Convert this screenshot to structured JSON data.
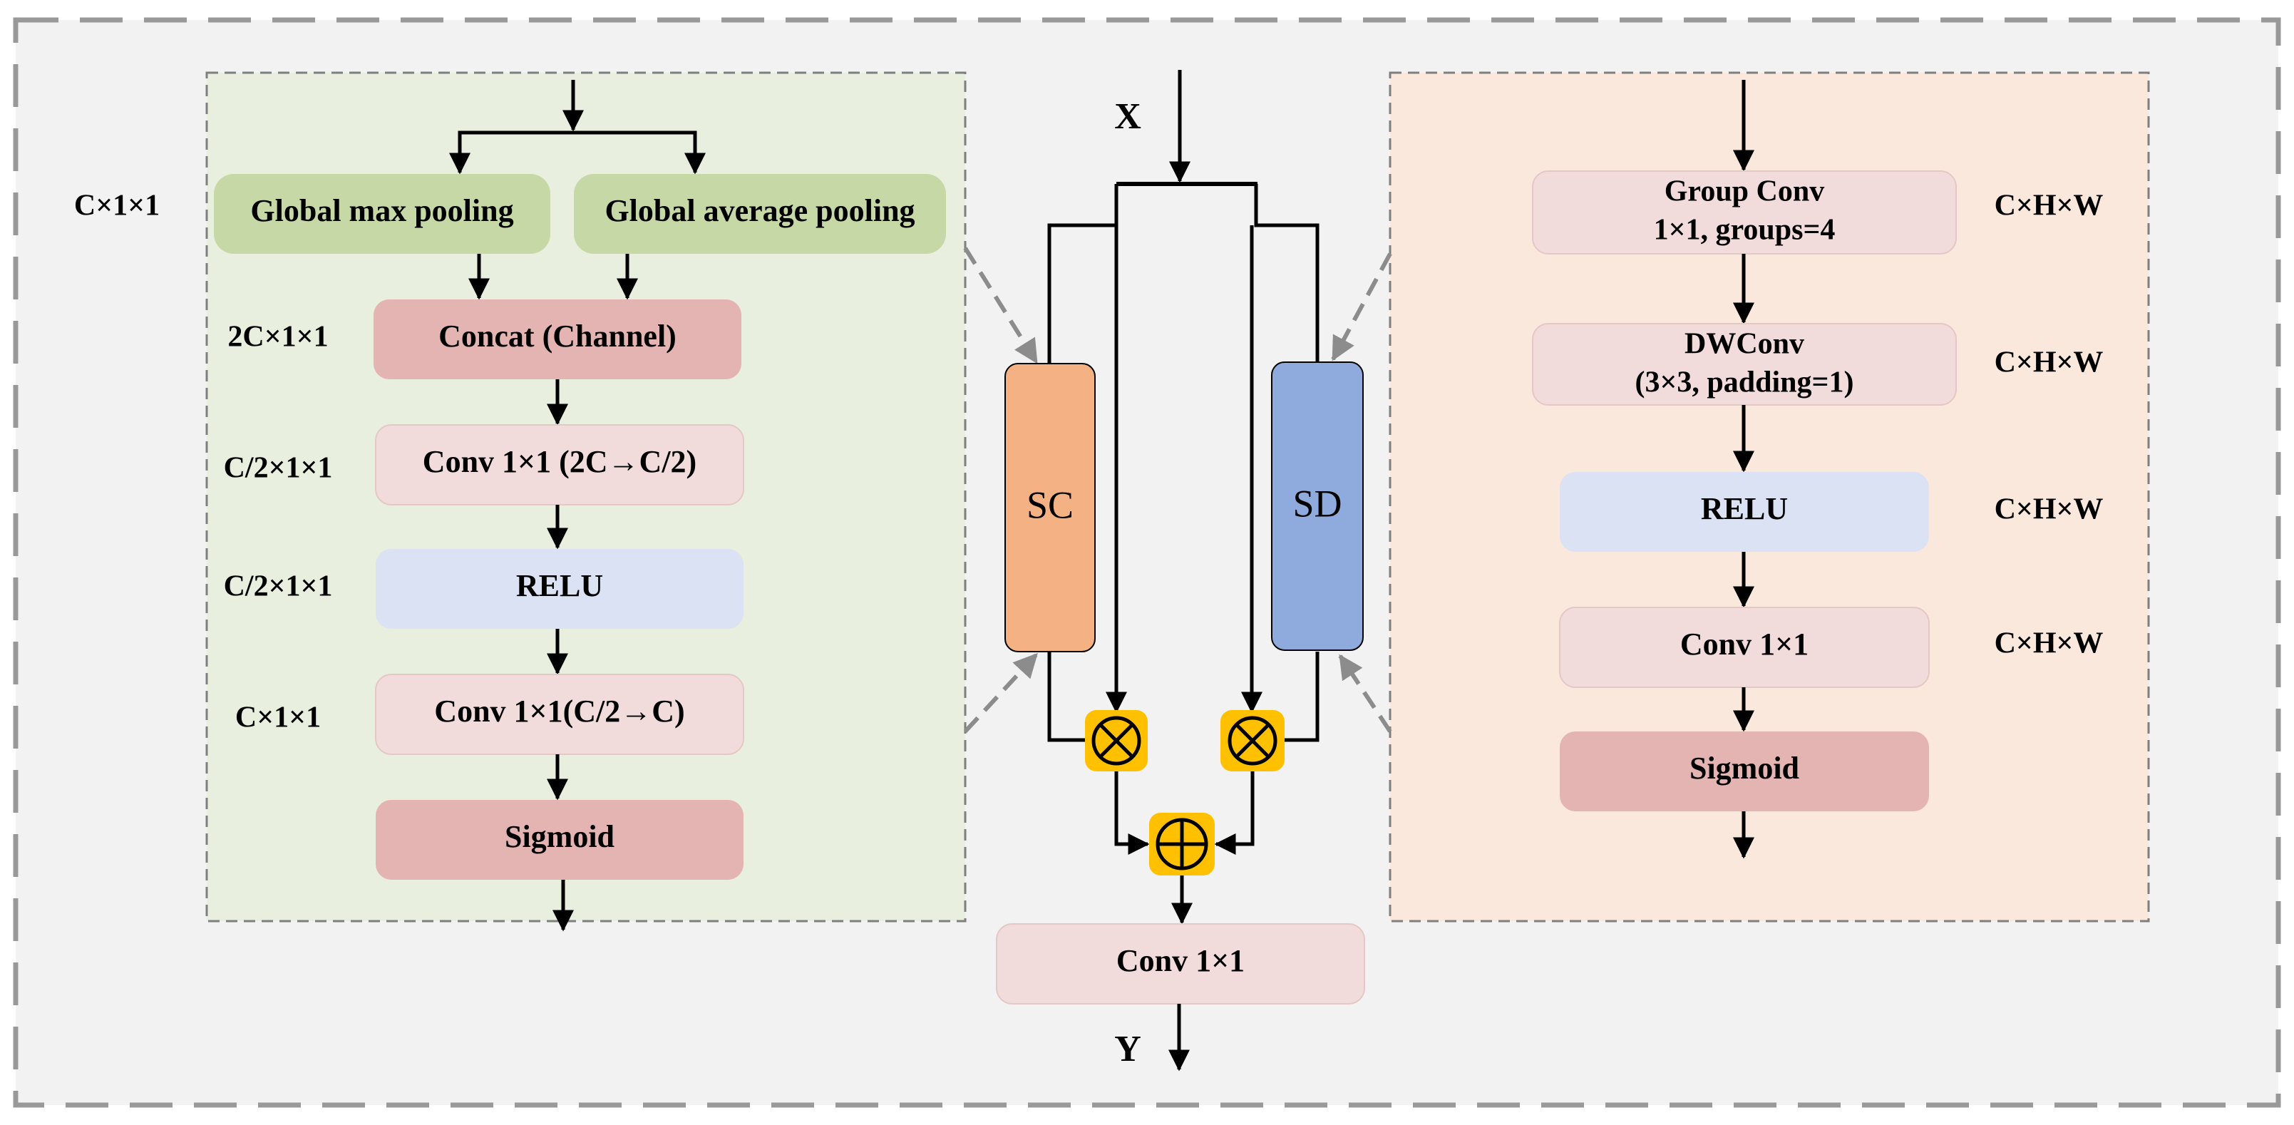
{
  "colors": {
    "background": "#f2f2f2",
    "left_panel": "#e9efdf",
    "right_panel": "#fbe8dc",
    "pool_box": "#c5d8a6",
    "concat_box": "#e3b4b1",
    "light_pink_box": "#f2dcdb",
    "relu_box": "#dae2f3",
    "sigmoid_box": "#e3b4b1",
    "sc_block": "#f4b183",
    "sd_block": "#8faadc",
    "operator": "#ffc000"
  },
  "center": {
    "input_label": "X",
    "output_label": "Y",
    "sc_label": "SC",
    "sd_label": "SD",
    "conv_label": "Conv 1×1",
    "multiply_symbol": "⊗",
    "add_symbol": "⊕"
  },
  "left": {
    "max_pool": "Global max pooling",
    "avg_pool": "Global average pooling",
    "concat": "Concat (Channel)",
    "conv1": "Conv 1×1 (2C→C/2)",
    "relu": "RELU",
    "conv2": "Conv 1×1(C/2→C)",
    "sigmoid": "Sigmoid",
    "dims": [
      "C×1×1",
      "2C×1×1",
      "C/2×1×1",
      "C/2×1×1",
      "C×1×1"
    ]
  },
  "right": {
    "group_conv_line1": "Group Conv",
    "group_conv_line2": "1×1, groups=4",
    "dwconv_line1": "DWConv",
    "dwconv_line2": "(3×3, padding=1)",
    "relu": "RELU",
    "conv": "Conv 1×1",
    "sigmoid": "Sigmoid",
    "dims": [
      "C×H×W",
      "C×H×W",
      "C×H×W",
      "C×H×W"
    ]
  }
}
